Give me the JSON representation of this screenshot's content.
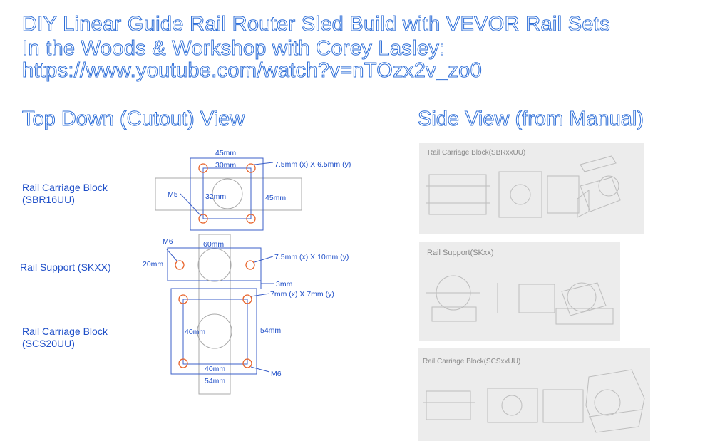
{
  "header": {
    "title_line1": "DIY Linear Guide Rail Router Sled Build with VEVOR Rail Sets",
    "title_line2": "In the Woods & Workshop with Corey Lasley:",
    "title_line3": "https://www.youtube.com/watch?v=nTOzx2v_zo0"
  },
  "top_view": {
    "heading": "Top Down (Cutout) View",
    "labels": {
      "carriage1": "Rail Carriage Block\n(SBR16UU)",
      "support": "Rail Support (SKXX)",
      "carriage2": "Rail Carriage Block\n(SCS20UU)"
    },
    "dims": {
      "d45_top": "45mm",
      "d30": "30mm",
      "d7565": "7.5mm (x) X 6.5mm (y)",
      "m5": "M5",
      "d32": "32mm",
      "d45_right": "45mm",
      "m6_a": "M6",
      "d60": "60mm",
      "d20": "20mm",
      "d7510": "7.5mm (x) X 10mm (y)",
      "d3": "3mm",
      "d77": "7mm (x) X 7mm (y)",
      "d40_mid": "40mm",
      "d54_right": "54mm",
      "d40_bot": "40mm",
      "m6_b": "M6",
      "d54_bot": "54mm"
    }
  },
  "side_view": {
    "heading": "Side View (from Manual)",
    "panels": [
      {
        "caption": "Rail Carriage Block(SBRxxUU)"
      },
      {
        "caption": "Rail Support(SKxx)"
      },
      {
        "caption": "Rail Carriage Block(SCSxxUU)"
      }
    ]
  },
  "colors": {
    "title_stroke": "#2f6fd8",
    "label": "#1f4fc8",
    "hole": "#e8632a",
    "outline": "#3b5fc8",
    "outline_light": "#a9a9a9"
  }
}
